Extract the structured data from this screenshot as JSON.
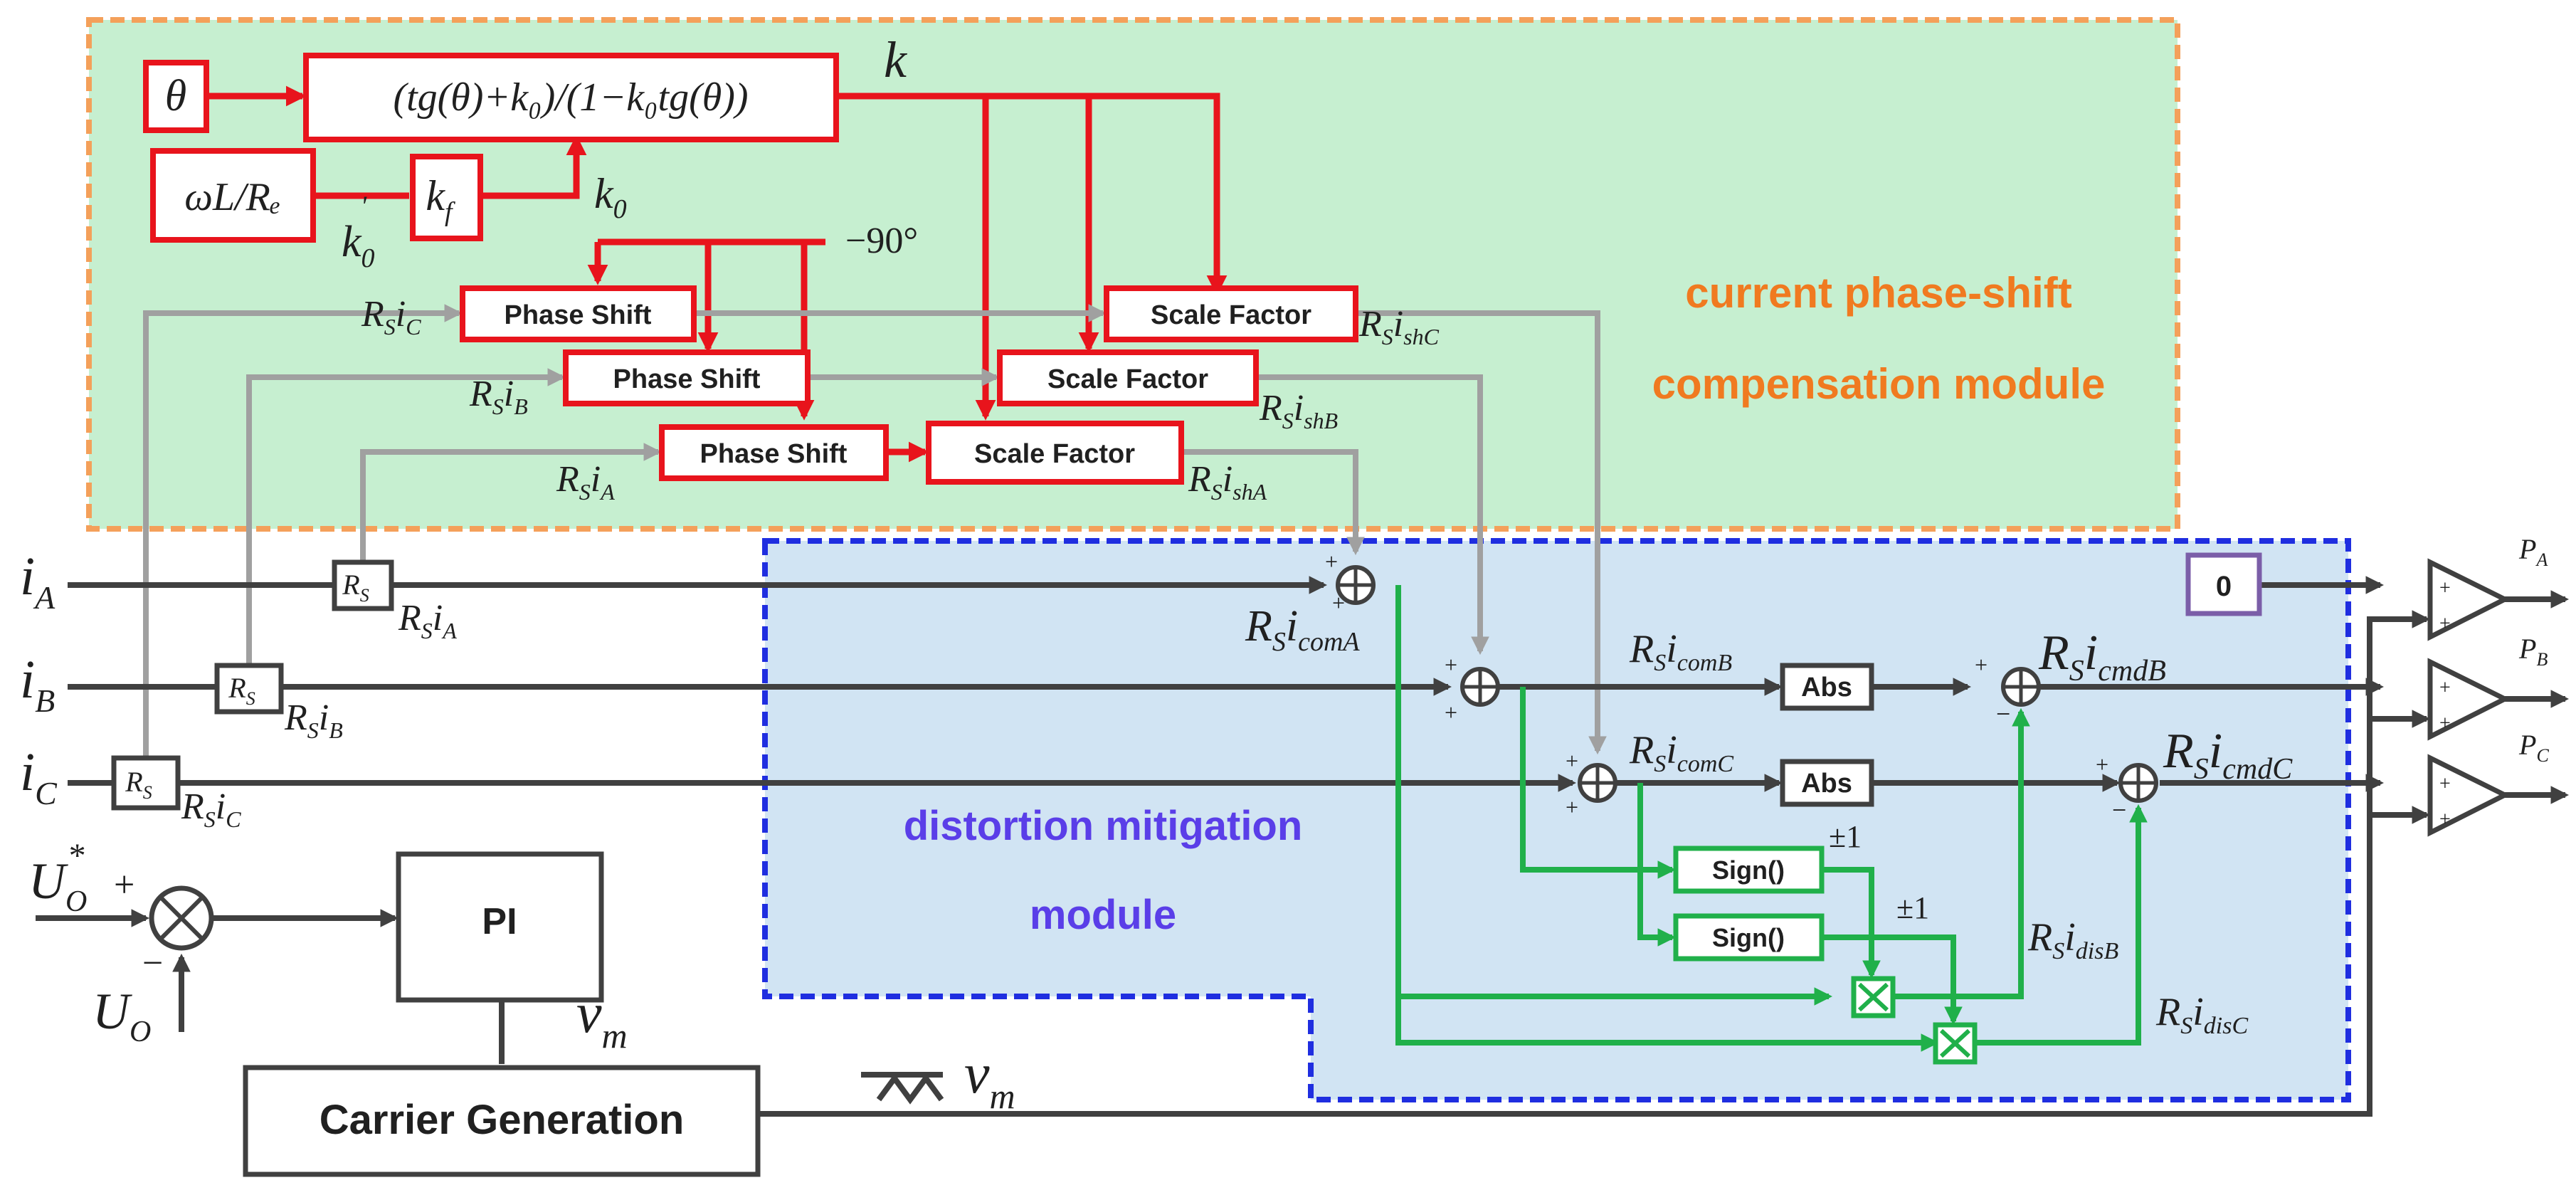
{
  "colors": {
    "compensation_fill": "#c6efd0",
    "compensation_border": "#f4a05a",
    "mitigation_fill": "#cfe3f2",
    "mitigation_border": "#1f2ee0",
    "compensation_title": "#f07a20",
    "mitigation_title": "#5a3ee8",
    "signal_red": "#e8141c",
    "signal_gray": "#a0a0a0",
    "signal_green": "#20b04a",
    "wire_dark": "#404040",
    "zero_box": "#7b5ea8"
  },
  "modules": {
    "compensation_line1": "current phase-shift",
    "compensation_line2": "compensation module",
    "mitigation_line1": "distortion mitigation",
    "mitigation_line2": "module"
  },
  "blocks": {
    "theta": "θ",
    "formula": "(tg(θ)+k₀)/(1−k₀tg(θ))",
    "wl_re": "ωL/Rₑ",
    "kf": "k",
    "kf_sub": "f",
    "phase_shift": "Phase Shift",
    "scale_factor": "Scale Factor",
    "abs": "Abs",
    "sign": "Sign()",
    "pi": "PI",
    "carrier": "Carrier Generation",
    "zero": "0",
    "rs": "R",
    "rs_sub": "S"
  },
  "labels": {
    "k": "k",
    "k0": "k",
    "k0_sub": "0",
    "k0p": "k",
    "k0p_sub": "0",
    "k0p_sup": "'",
    "minus90": "−90°",
    "pm1": "±1",
    "iA": "i",
    "iA_sub": "A",
    "iB": "i",
    "iB_sub": "B",
    "iC": "i",
    "iC_sub": "C",
    "RS": "R",
    "RS_sub": "S",
    "sub_A": "A",
    "sub_B": "B",
    "sub_C": "C",
    "shA": "shA",
    "shB": "shB",
    "shC": "shC",
    "comA": "comA",
    "comB": "comB",
    "comC": "comC",
    "cmdB": "cmdB",
    "cmdC": "cmdC",
    "disB": "disB",
    "disC": "disC",
    "Uo": "U",
    "Uo_sub": "O",
    "Uo_star": "*",
    "vm": "v",
    "vm_sub": "m",
    "PA": "P",
    "PA_sub": "A",
    "PB": "P",
    "PB_sub": "B",
    "PC": "P",
    "PC_sub": "C",
    "plus": "+",
    "minus": "−"
  }
}
